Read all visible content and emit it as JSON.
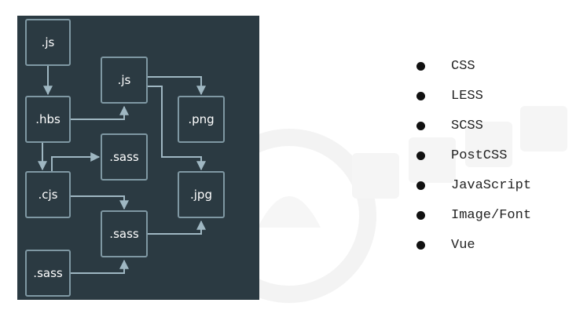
{
  "diagram": {
    "nodes": [
      {
        "id": "js-top",
        "label": ".js"
      },
      {
        "id": "hbs",
        "label": ".hbs"
      },
      {
        "id": "cjs",
        "label": ".cjs"
      },
      {
        "id": "sass-bottom-left",
        "label": ".sass"
      },
      {
        "id": "js-mid",
        "label": ".js"
      },
      {
        "id": "sass-mid",
        "label": ".sass"
      },
      {
        "id": "sass-lower",
        "label": ".sass"
      },
      {
        "id": "png",
        "label": ".png"
      },
      {
        "id": "jpg",
        "label": ".jpg"
      }
    ],
    "colors": {
      "background": "#2b3a42",
      "border": "#7f98a3",
      "arrow": "#9fb7c2"
    }
  },
  "list": {
    "items": [
      "CSS",
      "LESS",
      "SCSS",
      "PostCSS",
      "JavaScript",
      "Image/Font",
      "Vue"
    ]
  }
}
